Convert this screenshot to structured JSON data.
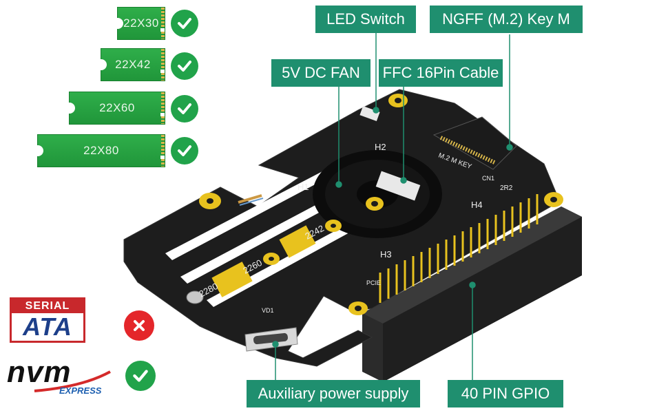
{
  "ssd_sizes": [
    {
      "label": "22X30",
      "supported": true
    },
    {
      "label": "22X42",
      "supported": true
    },
    {
      "label": "22X60",
      "supported": true
    },
    {
      "label": "22X80",
      "supported": true
    }
  ],
  "callouts": {
    "led_switch": "LED  Switch",
    "ngff": "NGFF  (M.2)  Key  M",
    "fan": "5V DC FAN",
    "ffc": "FFC 16Pin Cable",
    "aux_power": "Auxiliary power supply",
    "gpio": "40  PIN  GPIO"
  },
  "interfaces": {
    "sata": {
      "top": "SERIAL",
      "bottom": "ATA",
      "supported": false
    },
    "nvme": {
      "logo": "nvm",
      "sub": "EXPRESS",
      "supported": true
    }
  },
  "board": {
    "mount_labels": [
      "H1",
      "H2",
      "H3",
      "H4"
    ],
    "size_marks": [
      "2242",
      "2260",
      "2280"
    ],
    "silk": {
      "key": "M.2  M  KEY",
      "cn1": "CN1",
      "vd1": "VD1",
      "r": "2R2",
      "pcie": "PCIE"
    }
  },
  "colors": {
    "accent": "#1f8f6f",
    "ssd_green": "#20963a",
    "check_green": "#21a34a",
    "cross_red": "#e4262a",
    "board": "#1e1e1e",
    "gold": "#e8c21e"
  }
}
